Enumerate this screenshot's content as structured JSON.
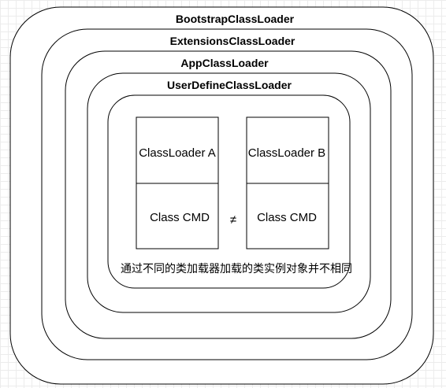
{
  "layers": [
    {
      "label": "BootstrapClassLoader"
    },
    {
      "label": "ExtensionsClassLoader"
    },
    {
      "label": "AppClassLoader"
    },
    {
      "label": "UserDefineClassLoader"
    }
  ],
  "loader_a": {
    "name": "ClassLoader A",
    "class_label": "Class CMD"
  },
  "loader_b": {
    "name": "ClassLoader B",
    "class_label": "Class CMD"
  },
  "not_equal_symbol": "≠",
  "caption": "通过不同的类加载器加载的类实例对象并不相同"
}
